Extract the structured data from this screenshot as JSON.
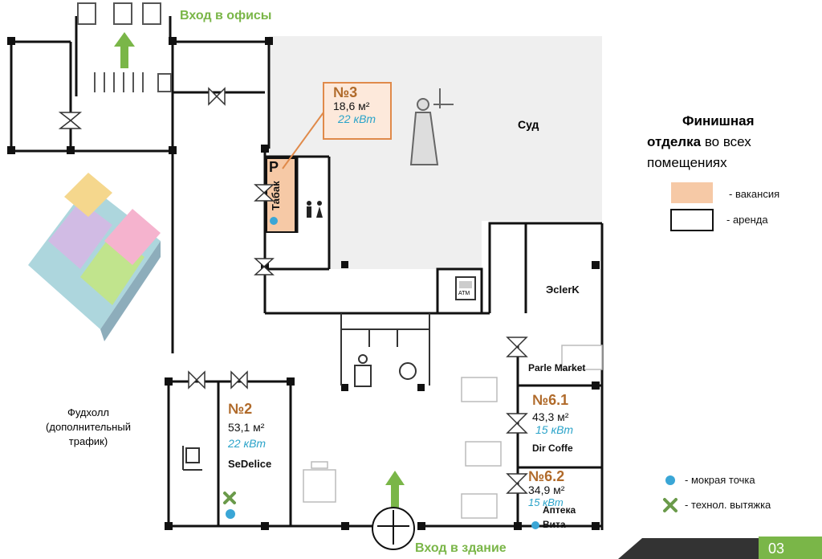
{
  "labels": {
    "entrance_offices": "Вход в офисы",
    "entrance_building": "Вход в здание",
    "court": "Суд",
    "foodcourt": "Фудхолл\n(дополнительный\nтрафик)",
    "eclerk": "ЭclerK",
    "parle_market": "Parle Market",
    "tabak": "Табак",
    "p_letter": "P",
    "atm": "ATM",
    "page_number": "03"
  },
  "units": {
    "u3": {
      "no": "№3",
      "area": "18,6 м²",
      "power": "22 кВт"
    },
    "u2": {
      "no": "№2",
      "area": "53,1 м²",
      "power": "22 кВт",
      "tenant": "SeDelice"
    },
    "u61": {
      "no": "№6.1",
      "area": "43,3 м²",
      "power": "15 кВт",
      "tenant": "Dir Coffe"
    },
    "u62": {
      "no": "№6.2",
      "area": "34,9 м²",
      "power": "15 кВт",
      "tenant": "Аптека\nВита"
    }
  },
  "legend": {
    "title_bold1": "Финишная",
    "title_bold2": "отделка",
    "title_rest": "во всех",
    "title_line3": "помещениях",
    "vacancy": "- вакансия",
    "rent": "- аренда",
    "wet_point": "- мокрая точка",
    "exhaust": "- технол. вытяжка"
  },
  "colors": {
    "vacancy_fill": "#f6c9a6",
    "accent_green": "#7ab648",
    "power_blue": "#2aa3c9",
    "unit_brown": "#b06a2a",
    "court_bg": "#eeeeee",
    "footer_dark": "#333333"
  }
}
